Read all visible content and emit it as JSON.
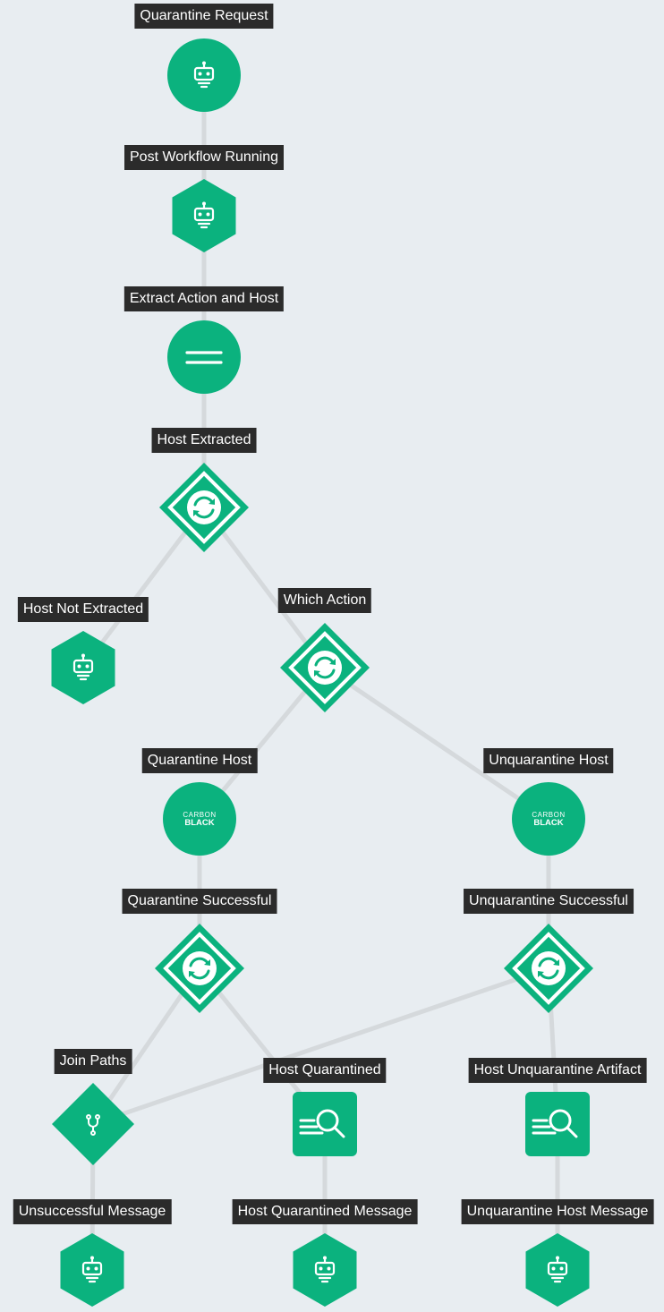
{
  "colors": {
    "background": "#e8edf1",
    "node": "#0bb27e",
    "edge": "#d5d9dc",
    "label_bg": "#2b2b2b",
    "label_text": "#ffffff"
  },
  "nodes": [
    {
      "id": "quarantine-request",
      "label": "Quarantine Request",
      "shape": "circle",
      "icon": "robot-icon"
    },
    {
      "id": "post-workflow-running",
      "label": "Post Workflow Running",
      "shape": "hexagon",
      "icon": "robot-icon"
    },
    {
      "id": "extract-action-and-host",
      "label": "Extract Action and Host",
      "shape": "circle",
      "icon": "equals-icon"
    },
    {
      "id": "host-extracted",
      "label": "Host Extracted",
      "shape": "diamond",
      "icon": "refresh-icon"
    },
    {
      "id": "host-not-extracted",
      "label": "Host Not Extracted",
      "shape": "hexagon",
      "icon": "robot-icon"
    },
    {
      "id": "which-action",
      "label": "Which Action",
      "shape": "diamond",
      "icon": "refresh-icon"
    },
    {
      "id": "quarantine-host",
      "label": "Quarantine Host",
      "shape": "circle",
      "icon": "carbon-black-logo",
      "logo_text": [
        "CARBON",
        "BLACK"
      ]
    },
    {
      "id": "unquarantine-host",
      "label": "Unquarantine Host",
      "shape": "circle",
      "icon": "carbon-black-logo",
      "logo_text": [
        "CARBON",
        "BLACK"
      ]
    },
    {
      "id": "quarantine-successful",
      "label": "Quarantine Successful",
      "shape": "diamond",
      "icon": "refresh-icon"
    },
    {
      "id": "unquarantine-successful",
      "label": "Unquarantine Successful",
      "shape": "diamond",
      "icon": "refresh-icon"
    },
    {
      "id": "join-paths",
      "label": "Join Paths",
      "shape": "join",
      "icon": "merge-icon"
    },
    {
      "id": "host-quarantined",
      "label": "Host Quarantined",
      "shape": "square",
      "icon": "search-icon"
    },
    {
      "id": "host-unquarantine-artifact",
      "label": "Host Unquarantine Artifact",
      "shape": "square",
      "icon": "search-icon"
    },
    {
      "id": "unsuccessful-message",
      "label": "Unsuccessful Message",
      "shape": "hexagon",
      "icon": "robot-icon"
    },
    {
      "id": "host-quarantined-message",
      "label": "Host Quarantined Message",
      "shape": "hexagon",
      "icon": "robot-icon"
    },
    {
      "id": "unquarantine-host-message",
      "label": "Unquarantine Host Message",
      "shape": "hexagon",
      "icon": "robot-icon"
    }
  ],
  "edges": [
    [
      "quarantine-request",
      "post-workflow-running"
    ],
    [
      "post-workflow-running",
      "extract-action-and-host"
    ],
    [
      "extract-action-and-host",
      "host-extracted"
    ],
    [
      "host-extracted",
      "host-not-extracted"
    ],
    [
      "host-extracted",
      "which-action"
    ],
    [
      "which-action",
      "quarantine-host"
    ],
    [
      "which-action",
      "unquarantine-host"
    ],
    [
      "quarantine-host",
      "quarantine-successful"
    ],
    [
      "unquarantine-host",
      "unquarantine-successful"
    ],
    [
      "quarantine-successful",
      "join-paths"
    ],
    [
      "quarantine-successful",
      "host-quarantined"
    ],
    [
      "unquarantine-successful",
      "join-paths"
    ],
    [
      "unquarantine-successful",
      "host-unquarantine-artifact"
    ],
    [
      "join-paths",
      "unsuccessful-message"
    ],
    [
      "host-quarantined",
      "host-quarantined-message"
    ],
    [
      "host-unquarantine-artifact",
      "unquarantine-host-message"
    ]
  ]
}
